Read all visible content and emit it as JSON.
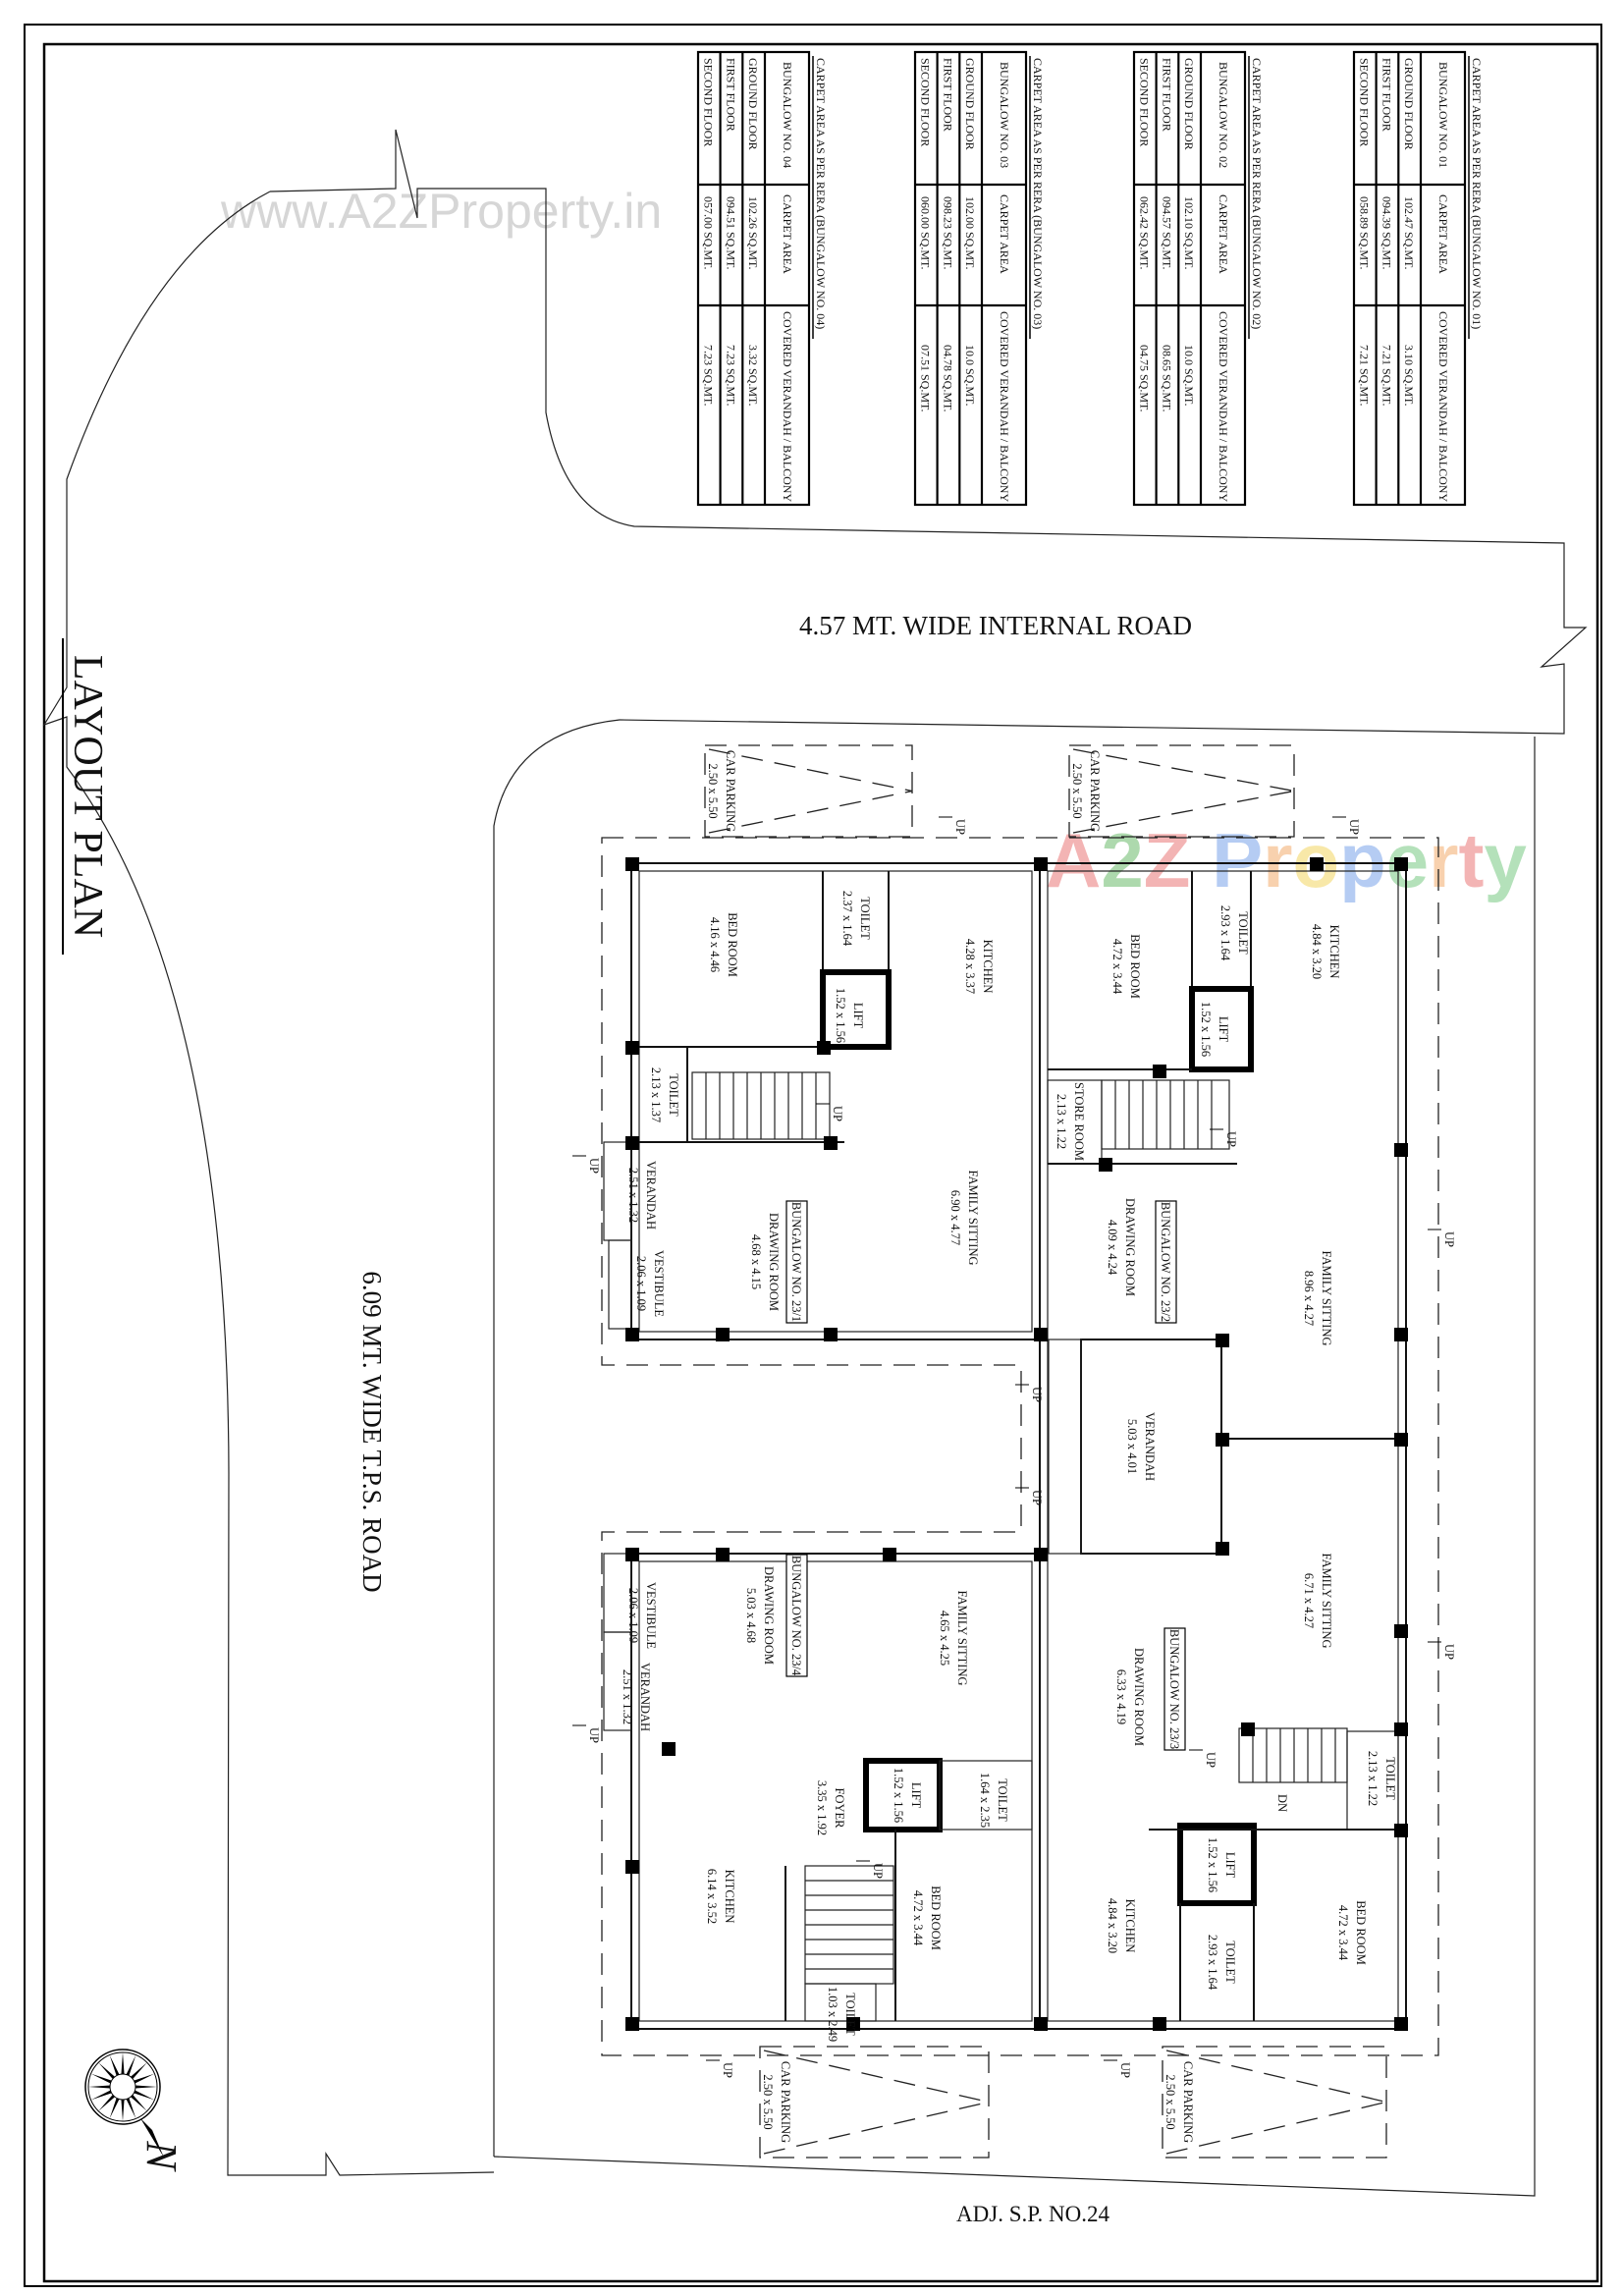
{
  "title": "LAYOUT PLAN",
  "roads": {
    "internal": "4.57 MT. WIDE INTERNAL ROAD",
    "tps": "6.09 MT. WIDE T.P.S. ROAD",
    "adjacent": "ADJ. S.P. NO.24"
  },
  "watermark": "www.A2ZProperty.in",
  "logo": {
    "text": "A2Z Property",
    "letters": [
      "A",
      "2",
      "Z",
      " ",
      "P",
      "r",
      "o",
      "p",
      "e",
      "r",
      "t",
      "y"
    ],
    "colors": [
      "#f2a7a7",
      "#9fd39f",
      "#f2a7a7",
      "#ffffff",
      "#a9c4f2",
      "#f7c9a0",
      "#f7e49a",
      "#a9c4f2",
      "#a8dcae",
      "#f7c9a0",
      "#f2a7a7",
      "#a8dcae"
    ]
  },
  "tables": [
    {
      "title": "CARPET AREA AS PER RERA (BUNGALOW NO. 01)",
      "header": [
        "BUNGALOW NO. 01",
        "CARPET AREA",
        "COVERED VERANDAH / BALCONY"
      ],
      "rows": [
        [
          "GROUND FLOOR",
          "102.47 SQ.MT.",
          "3.10 SQ.MT."
        ],
        [
          "FIRST FLOOR",
          "094.39 SQ.MT.",
          "7.21 SQ.MT."
        ],
        [
          "SECOND FLOOR",
          "058.89 SQ.MT.",
          "7.21 SQ.MT."
        ]
      ]
    },
    {
      "title": "CARPET AREA AS PER RERA (BUNGALOW NO. 02)",
      "header": [
        "BUNGALOW NO. 02",
        "CARPET AREA",
        "COVERED VERANDAH / BALCONY"
      ],
      "rows": [
        [
          "GROUND FLOOR",
          "102.10 SQ.MT.",
          "10.0  SQ.MT."
        ],
        [
          "FIRST FLOOR",
          "094.57 SQ.MT.",
          "08.65 SQ.MT."
        ],
        [
          "SECOND FLOOR",
          "062.42 SQ.MT.",
          "04.75 SQ.MT."
        ]
      ]
    },
    {
      "title": "CARPET AREA AS PER RERA (BUNGALOW NO. 03)",
      "header": [
        "BUNGALOW NO. 03",
        "CARPET AREA",
        "COVERED VERANDAH / BALCONY"
      ],
      "rows": [
        [
          "GROUND FLOOR",
          "102.00 SQ.MT.",
          "10.0  SQ.MT."
        ],
        [
          "FIRST FLOOR",
          "098.23 SQ.MT.",
          "04.78 SQ.MT."
        ],
        [
          "SECOND FLOOR",
          "060.00 SQ.MT.",
          "07.51 SQ.MT."
        ]
      ]
    },
    {
      "title": "CARPET AREA AS PER RERA (BUNGALOW NO. 04)",
      "header": [
        "BUNGALOW NO. 04",
        "CARPET AREA",
        "COVERED VERANDAH / BALCONY"
      ],
      "rows": [
        [
          "GROUND FLOOR",
          "102.26 SQ.MT.",
          "3.32 SQ.MT."
        ],
        [
          "FIRST FLOOR",
          "094.51 SQ.MT.",
          "7.23 SQ.MT."
        ],
        [
          "SECOND FLOOR",
          "057.00 SQ.MT.",
          "7.23 SQ.MT."
        ]
      ]
    }
  ],
  "bungalows": [
    {
      "label": "BUNGALOW NO. 23/1",
      "rooms": [
        {
          "name": "BED ROOM",
          "size": "4.16 x 4.46"
        },
        {
          "name": "TOILET",
          "size": "2.37 x 1.64"
        },
        {
          "name": "LIFT",
          "size": "1.52 x 1.56"
        },
        {
          "name": "KITCHEN",
          "size": "4.28 x 3.37"
        },
        {
          "name": "TOILET",
          "size": "2.13 x 1.37"
        },
        {
          "name": "VERANDAH",
          "size": "2.51 x 1.32"
        },
        {
          "name": "VESTIBULE",
          "size": "2.06 x 1.09"
        },
        {
          "name": "DRAWING ROOM",
          "size": "4.68 x 4.15"
        },
        {
          "name": "FAMILY SITTING",
          "size": "6.90 x 4.77"
        }
      ]
    },
    {
      "label": "BUNGALOW NO. 23/2",
      "rooms": [
        {
          "name": "BED ROOM",
          "size": "4.72 x 3.44"
        },
        {
          "name": "TOILET",
          "size": "2.93 x 1.64"
        },
        {
          "name": "LIFT",
          "size": "1.52 x 1.56"
        },
        {
          "name": "KITCHEN",
          "size": "4.84 x 3.20"
        },
        {
          "name": "STORE ROOM",
          "size": "2.13 x 1.22"
        },
        {
          "name": "DRAWING ROOM",
          "size": "4.09 x 4.24"
        },
        {
          "name": "FAMILY SITTING",
          "size": "8.96 x 4.27"
        },
        {
          "name": "VERANDAH",
          "size": "5.03 x 4.01"
        }
      ]
    },
    {
      "label": "BUNGALOW NO. 23/3",
      "rooms": [
        {
          "name": "FAMILY SITTING",
          "size": "6.71 x 4.27"
        },
        {
          "name": "DRAWING ROOM",
          "size": "6.33 x 4.19"
        },
        {
          "name": "TOILET",
          "size": "2.13 x 1.22"
        },
        {
          "name": "LIFT",
          "size": "1.52 x 1.56"
        },
        {
          "name": "TOILET",
          "size": "2.93 x 1.64"
        },
        {
          "name": "KITCHEN",
          "size": "4.84 x 3.20"
        },
        {
          "name": "BED ROOM",
          "size": "4.72 x 3.44"
        }
      ]
    },
    {
      "label": "BUNGALOW NO. 23/4",
      "rooms": [
        {
          "name": "VESTIBULE",
          "size": "2.06 x 1.09"
        },
        {
          "name": "VERANDAH",
          "size": "2.51 x 1.32"
        },
        {
          "name": "DRAWING ROOM",
          "size": "5.03 x 4.68"
        },
        {
          "name": "FAMILY SITTING",
          "size": "4.65 x 4.25"
        },
        {
          "name": "LIFT",
          "size": "1.52 x 1.56"
        },
        {
          "name": "TOILET",
          "size": "1.64 x 2.35"
        },
        {
          "name": "FOYER",
          "size": "3.35 x 1.92"
        },
        {
          "name": "KITCHEN",
          "size": "6.14 x 3.52"
        },
        {
          "name": "BED ROOM",
          "size": "4.72 x 3.44"
        },
        {
          "name": "TOILET",
          "size": "1.03 x 2.49"
        }
      ]
    }
  ],
  "parking": [
    {
      "name": "CAR PARKING",
      "size": "2.50 x 5.50"
    },
    {
      "name": "CAR PARKING",
      "size": "2.50 x 5.50"
    },
    {
      "name": "CAR PARKING",
      "size": "2.50 x 5.50"
    },
    {
      "name": "CAR PARKING",
      "size": "2.50 x 5.50"
    }
  ],
  "markers": {
    "up": "UP",
    "down": "DN",
    "north": "N"
  },
  "icons": {
    "compass": "compass-rose-icon",
    "north": "north-arrow-icon"
  }
}
